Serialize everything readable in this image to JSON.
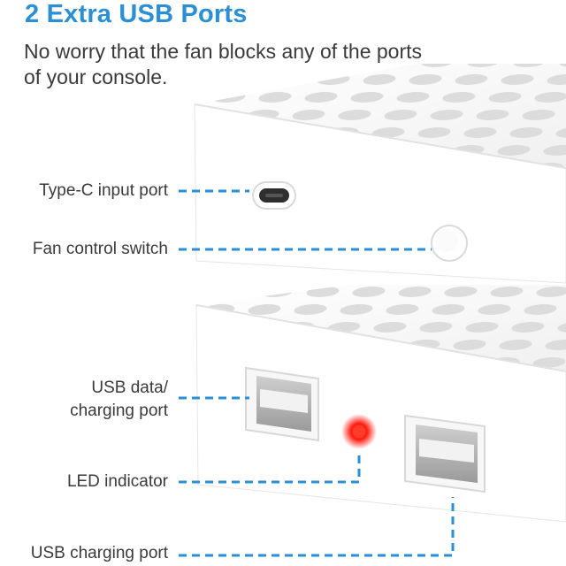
{
  "header": {
    "title": "2 Extra USB Ports",
    "subtitle": "No worry that the fan blocks any of the ports\nof your console."
  },
  "callouts": {
    "type_c": "Type-C input port",
    "fan_switch": "Fan control switch",
    "usb_data": "USB data/\ncharging port",
    "led": "LED indicator",
    "usb_charging": "USB charging port"
  },
  "colors": {
    "accent": "#2b8fd6",
    "dashed_line": "#2b8fd6",
    "led": "#ff2a1a",
    "text": "#3a3a3a"
  }
}
